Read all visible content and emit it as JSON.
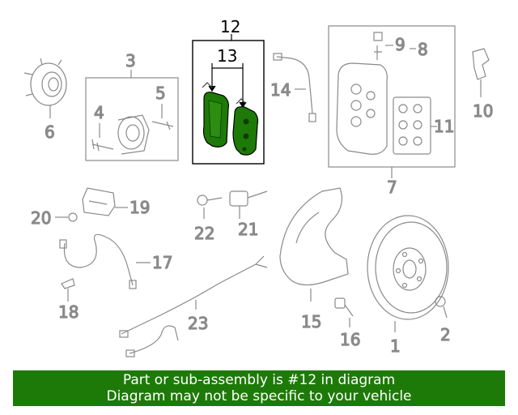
{
  "diagram": {
    "callouts": {
      "c1": "1",
      "c2": "2",
      "c3": "3",
      "c4": "4",
      "c5": "5",
      "c6": "6",
      "c7": "7",
      "c8": "8",
      "c9": "9",
      "c10": "10",
      "c11": "11",
      "c12": "12",
      "c13": "13",
      "c14": "14",
      "c15": "15",
      "c16": "16",
      "c17": "17",
      "c18": "18",
      "c19": "19",
      "c20": "20",
      "c21": "21",
      "c22": "22",
      "c23": "23"
    },
    "highlight_color": "#1e7a08",
    "part_color": "#8a8a8a"
  },
  "banner": {
    "line1": "Part or sub-assembly is #12 in diagram",
    "line2": "Diagram may not be specific to your vehicle"
  }
}
